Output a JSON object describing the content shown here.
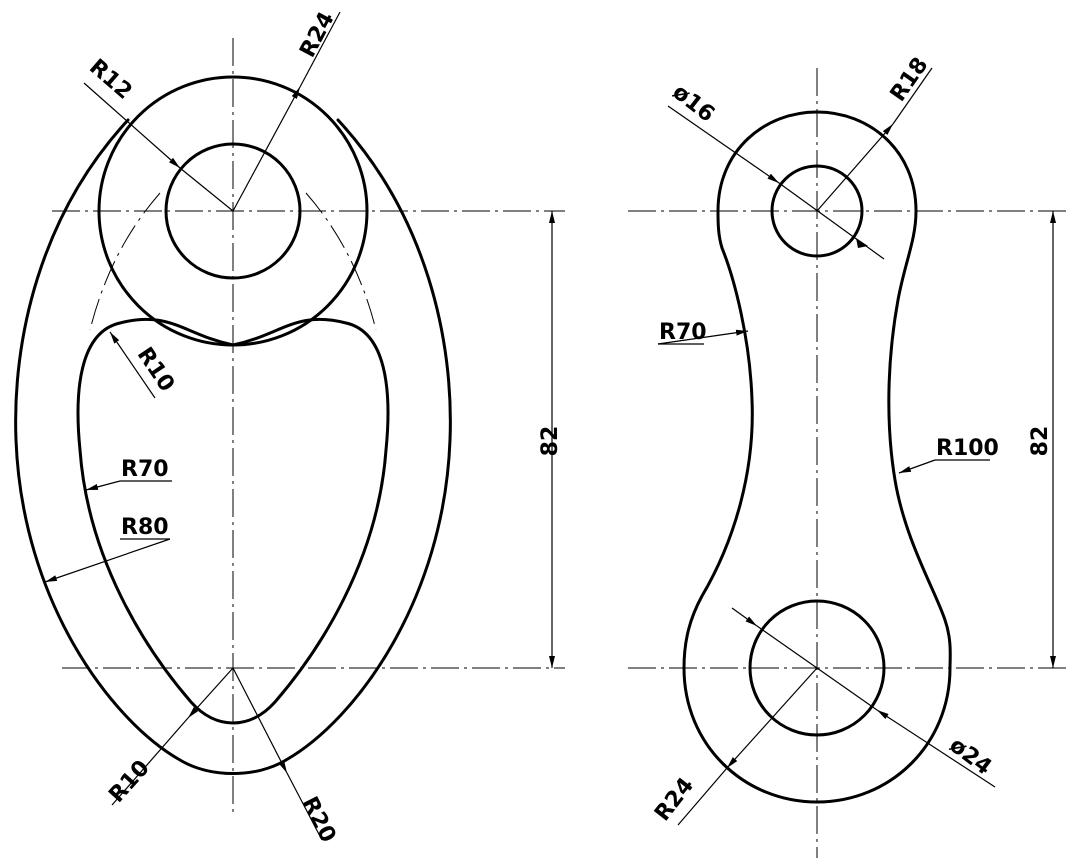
{
  "left_part": {
    "labels": {
      "r24": "R24",
      "r12": "R12",
      "r10_top": "R10",
      "r70": "R70",
      "r80": "R80",
      "r10_bottom": "R10",
      "r20": "R20",
      "dist": "82"
    }
  },
  "right_part": {
    "labels": {
      "d16": "ø16",
      "r18": "R18",
      "r70": "R70",
      "r100": "R100",
      "d24": "ø24",
      "r24": "R24",
      "dist": "82"
    }
  }
}
